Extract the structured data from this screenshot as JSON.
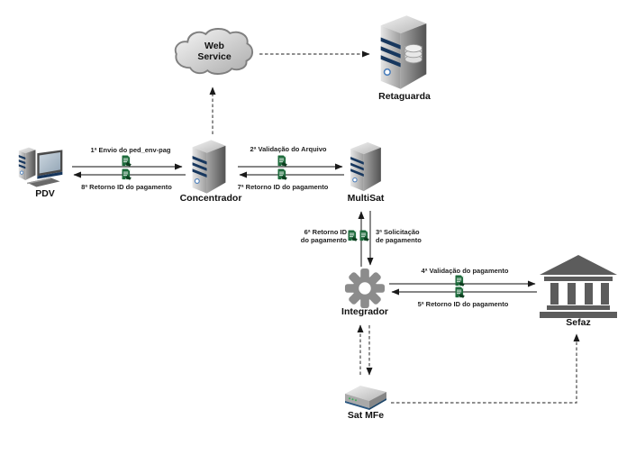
{
  "colors": {
    "background": "#ffffff",
    "arrow": "#3d3d3d",
    "label_text": "#1a1a1a",
    "document_green": "#1e6b3c",
    "server_stripe_blue": "#17375e",
    "gear_gray": "#8c8c8c",
    "bank_gray": "#5c5c5c"
  },
  "nodes": {
    "pdv": {
      "label": "PDV",
      "icon": "desktop-computer-icon"
    },
    "concentrador": {
      "label": "Concentrador",
      "icon": "server-icon"
    },
    "web_service": {
      "label_line1": "Web",
      "label_line2": "Service",
      "icon": "cloud-icon"
    },
    "retaguarda": {
      "label": "Retaguarda",
      "icon": "database-server-icon"
    },
    "multisat": {
      "label": "MultiSat",
      "icon": "server-icon"
    },
    "integrador": {
      "label": "Integrador",
      "icon": "gear-icon"
    },
    "sefaz": {
      "label": "Sefaz",
      "icon": "bank-icon"
    },
    "sat_mfe": {
      "label": "Sat MFe",
      "icon": "device-box-icon"
    }
  },
  "edges": {
    "step1": {
      "label": "1ª Envio do ped_env-pag",
      "from": "PDV",
      "to": "Concentrador",
      "style": "solid"
    },
    "step2": {
      "label": "2ª Validação do Arquivo",
      "from": "Concentrador",
      "to": "MultiSat",
      "style": "solid"
    },
    "step3": {
      "label_line1": "3ª Solicitação",
      "label_line2": "de pagamento",
      "from": "MultiSat",
      "to": "Integrador",
      "style": "solid"
    },
    "step4": {
      "label": "4ª Validação do pagamento",
      "from": "Integrador",
      "to": "Sefaz",
      "style": "solid"
    },
    "step5": {
      "label": "5ª Retorno ID do pagamento",
      "from": "Sefaz",
      "to": "Integrador",
      "style": "solid"
    },
    "step6": {
      "label_line1": "6ª Retorno ID",
      "label_line2": "do pagamento",
      "from": "Integrador",
      "to": "MultiSat",
      "style": "solid"
    },
    "step7": {
      "label": "7ª Retorno ID do pagamento",
      "from": "MultiSat",
      "to": "Concentrador",
      "style": "solid"
    },
    "step8": {
      "label": "8ª Retorno ID do pagamento",
      "from": "Concentrador",
      "to": "PDV",
      "style": "solid"
    },
    "concentrador_to_web_service": {
      "style": "dashed",
      "from": "Concentrador",
      "to": "Web Service"
    },
    "web_service_to_retaguarda": {
      "style": "dashed",
      "from": "Web Service",
      "to": "Retaguarda"
    },
    "integrador_to_sat_mfe": {
      "style": "dashed",
      "from": "Integrador",
      "to": "Sat MFe"
    },
    "sat_mfe_to_integrador": {
      "style": "dashed",
      "from": "Sat MFe",
      "to": "Integrador"
    },
    "sat_mfe_to_sefaz": {
      "style": "dashed",
      "from": "Sat MFe",
      "to": "Sefaz"
    }
  }
}
